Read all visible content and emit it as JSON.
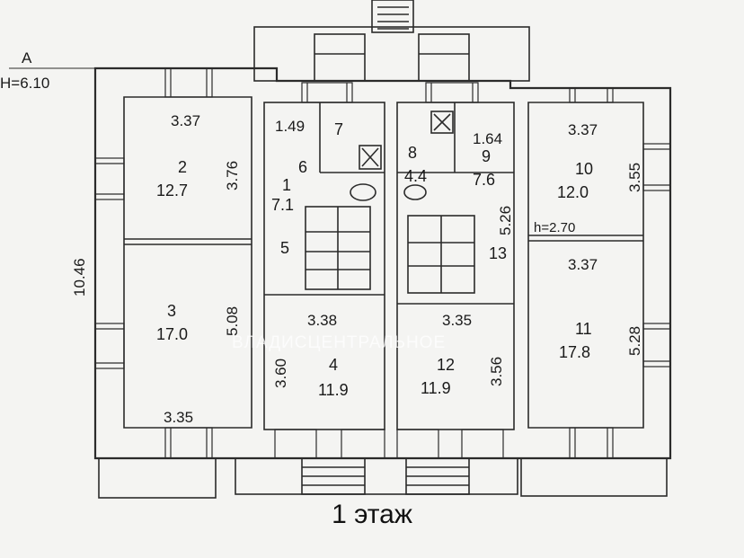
{
  "header": {
    "axis_letter": "А",
    "height_mark": "Н=6.10"
  },
  "overall": {
    "left_dim": "10.46"
  },
  "rooms": [
    {
      "num": "2",
      "area": "12.7",
      "w": "3.37",
      "h": "3.76"
    },
    {
      "num": "3",
      "area": "17.0",
      "w": "3.35",
      "h": "5.08"
    },
    {
      "num": "1",
      "area": "7.1"
    },
    {
      "num": "7",
      "w": "1.49"
    },
    {
      "num": "6"
    },
    {
      "num": "5"
    },
    {
      "num": "4",
      "area": "11.9",
      "w": "3.38",
      "h": "3.60"
    },
    {
      "num": "8",
      "area": "4.4"
    },
    {
      "num": "9",
      "area": "7.6",
      "w": "1.64"
    },
    {
      "num": "13",
      "h": "5.26"
    },
    {
      "num": "12",
      "area": "11.9",
      "w": "3.35",
      "h": "3.56"
    },
    {
      "num": "10",
      "area": "12.0",
      "w": "3.37",
      "h": "3.55"
    },
    {
      "num": "11",
      "area": "17.8",
      "w": "3.37",
      "h": "5.28"
    }
  ],
  "ceiling_note": "h=2.70",
  "watermark": "ВЛАДИСЦЕНТРАЛЬНОЕ",
  "caption": "1 этаж",
  "colors": {
    "line": "#2b2b2b",
    "paper": "#f4f4f2"
  }
}
